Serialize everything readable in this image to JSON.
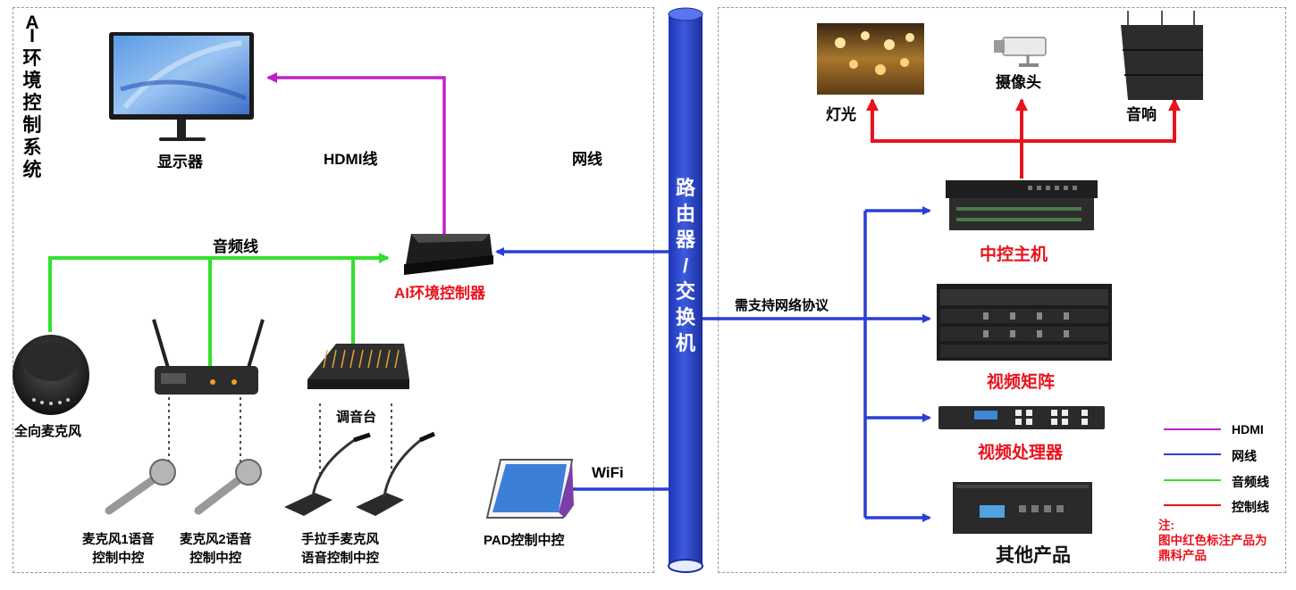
{
  "system_title": [
    "A",
    "I",
    "环",
    "境",
    "控",
    "制",
    "系",
    "统"
  ],
  "router_label": [
    "路",
    "由",
    "器",
    "/",
    "交",
    "换",
    "机"
  ],
  "devices": {
    "display": "显示器",
    "controller": "AI环境控制器",
    "omni_mic": "全向麦克风",
    "mixer": "调音台",
    "mic1": [
      "麦克风1语音",
      "控制中控"
    ],
    "mic2": [
      "麦克风2语音",
      "控制中控"
    ],
    "gooseneck": [
      "手拉手麦克风",
      "语音控制中控"
    ],
    "pad": "PAD控制中控",
    "light": "灯光",
    "camera": "摄像头",
    "speaker": "音响",
    "central_control": "中控主机",
    "video_matrix": "视频矩阵",
    "video_processor": "视频处理器",
    "other": "其他产品"
  },
  "lines": {
    "hdmi": "HDMI线",
    "network": "网线",
    "audio": "音频线",
    "wifi": "WiFi",
    "protocol": "需支持网络协议"
  },
  "legend": [
    {
      "label": "HDMI",
      "color": "#c022c8"
    },
    {
      "label": "网线",
      "color": "#2a3fd6"
    },
    {
      "label": "音频线",
      "color": "#33e02c"
    },
    {
      "label": "控制线",
      "color": "#e8131c"
    }
  ],
  "note": [
    "注:",
    "图中红色标注产品为",
    "鼎科产品"
  ],
  "colors": {
    "hdmi": "#c022c8",
    "network": "#2a3fd6",
    "audio": "#33e02c",
    "control": "#e8131c",
    "router": "#2b45c4"
  }
}
